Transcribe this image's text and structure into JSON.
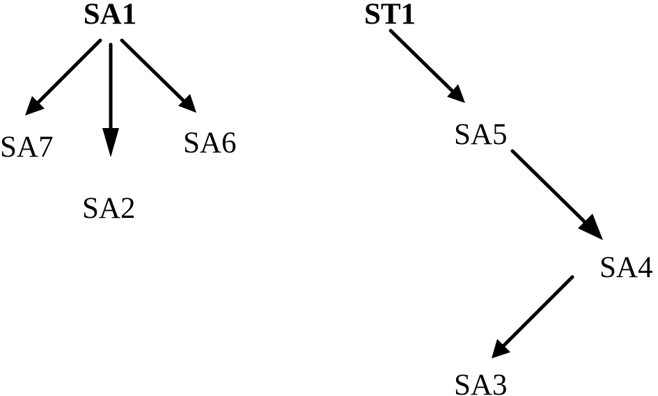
{
  "colors": {
    "root_sa": "#e8101a",
    "root_st": "#0aa14b",
    "node": "#000000",
    "edge": "#000000"
  },
  "nodes": {
    "sa1": "SA1",
    "st1": "ST1",
    "sa7": "SA7",
    "sa2": "SA2",
    "sa6": "SA6",
    "sa5": "SA5",
    "sa4": "SA4",
    "sa3": "SA3"
  },
  "edges": [
    {
      "from": "SA1",
      "to": "SA7"
    },
    {
      "from": "SA1",
      "to": "SA2"
    },
    {
      "from": "SA1",
      "to": "SA6"
    },
    {
      "from": "ST1",
      "to": "SA5"
    },
    {
      "from": "SA5",
      "to": "SA4"
    },
    {
      "from": "SA4",
      "to": "SA3"
    }
  ]
}
